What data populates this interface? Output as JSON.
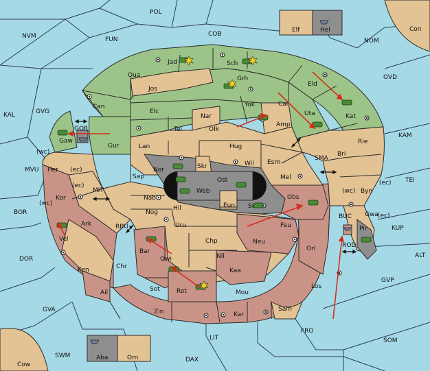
{
  "map": {
    "colors": {
      "sea": "#a6d9e6",
      "neutral": "#e3c294",
      "green_power": "#9dc488",
      "red_power": "#c99487",
      "gray_power": "#8e8e8e",
      "order_arrow": "#d0301a"
    },
    "sea_regions": [
      "POL",
      "NVM",
      "FUN",
      "COB",
      "NOM",
      "Con",
      "KAL",
      "GVG",
      "OVD",
      "KAM",
      "SMA",
      "TEI",
      "MIT",
      "MVU",
      "BOR",
      "RBU",
      "KUP",
      "DOR",
      "ALT",
      "GVP",
      "GVA",
      "FRO",
      "LIT",
      "SOM",
      "SWM",
      "DAX",
      "Cow",
      "BUC",
      "ROD",
      "(wc)",
      "(ec)"
    ],
    "land_regions": [
      "Elf",
      "Hel",
      "Jad",
      "Sch",
      "Qua",
      "Jos",
      "Grh",
      "Eld",
      "Can",
      "Yok",
      "Car",
      "Elc",
      "Nar",
      "Uta",
      "Kat",
      "GOR",
      "Gaw",
      "Tel",
      "Olk",
      "Amp",
      "Gur",
      "Lan",
      "Hug",
      "Rie",
      "Bri",
      "Nor",
      "Skr",
      "Wil",
      "Esm",
      "Her",
      "Sap",
      "Ost",
      "Mel",
      "Kor",
      "Web",
      "Byn",
      "Nab",
      "Eun",
      "Obs",
      "Sun",
      "Ark",
      "Hil",
      "Nog",
      "Gwa",
      "Pir",
      "Vel",
      "Uru",
      "Feu",
      "Chp",
      "Neu",
      "Bar",
      "Qwi",
      "Orl",
      "Nil",
      "Ken",
      "Chr",
      "Kaa",
      "Ail",
      "Sot",
      "Rot",
      "Mou",
      "Los",
      "Zin",
      "Kar",
      "Sam",
      "Aba",
      "Orn"
    ],
    "icons": [
      "army-icon",
      "fleet-icon",
      "supply-center-icon",
      "explosion-icon",
      "arrow-order-icon",
      "convoy-double-arrow-icon"
    ]
  }
}
